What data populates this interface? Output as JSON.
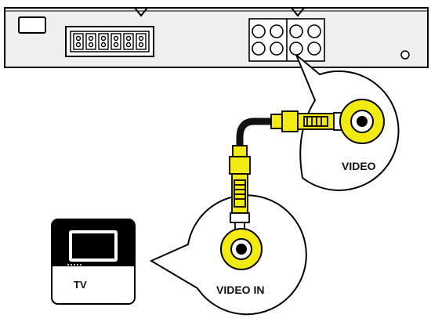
{
  "labels": {
    "video_out": "VIDEO",
    "video_in": "VIDEO IN",
    "tv": "TV"
  },
  "colors": {
    "plug_yellow": "#f2ea10",
    "outline": "#000000",
    "cable": "#111111",
    "panel_fill": "#f0f0f0",
    "background": "#ffffff"
  },
  "icons": {
    "tv": "tv-icon",
    "jack": "rca-jack-icon",
    "plug": "rca-plug-icon"
  }
}
